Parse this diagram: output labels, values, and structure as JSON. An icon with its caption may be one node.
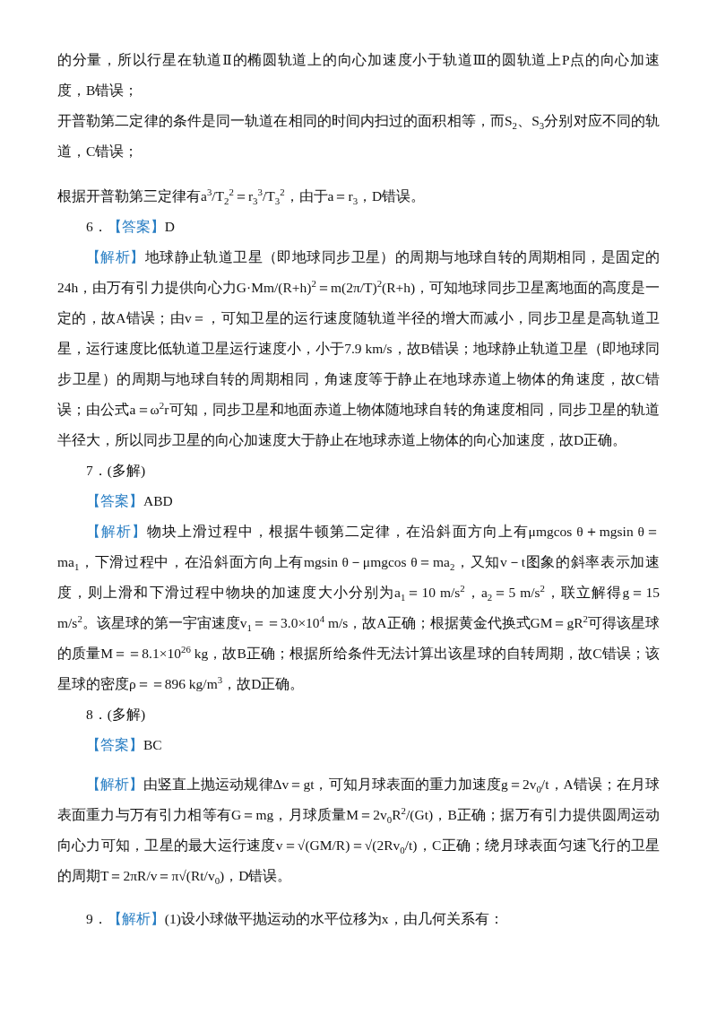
{
  "diagram": {
    "labels": [
      "的分量，所以行星在轨道Ⅱ的椭圆轨道上的向心加速度小于轨道Ⅲ的圆轨道上P点的向心加速度，B错误；",
      "开普勒第二定律的条件是同一轨道在相同的时间内扫过的面积相等，而S$_{2}$、S$_{3}$分别对应不同的轨道，C错误；",
      "根据开普勒第三定律有a$^{3}$/T$_{2}$$^{2}$＝r$_{3}$$^{3}$/T$_{3}$$^{2}$，由于a＝r$_{3}$，D错误。",
      "6．",
      "【答案】",
      "D",
      "【解析】",
      "地球静止轨道卫星（即地球同步卫星）的周期与地球自转的周期相同，是固定的24h，由万有引力提供向心力G·Mm/(R+h)$^{2}$＝m(2π/T)$^{2}$(R+h)，可知地球同步卫星离地面的高度是一定的，故A错误；由v＝，可知卫星的运行速度随轨道半径的增大而减小，同步卫星是高轨道卫星，运行速度比低轨道卫星运行速度小，小于7.9 km/s，故B错误；地球静止轨道卫星（即地球同步卫星）的周期与地球自转的周期相同，角速度等于静止在地球赤道上物体的角速度，故C错误；由公式a＝ω$^{2}$r可知，同步卫星和地面赤道上物体随地球自转的角速度相同，同步卫星的轨道半径大，所以同步卫星的向心加速度大于静止在地球赤道上物体的向心加速度，故D正确。",
      "7．(多解)",
      "【答案】",
      "ABD",
      "【解析】",
      "物块上滑过程中，根据牛顿第二定律，在沿斜面方向上有μmgcos θ＋mgsin θ＝ma$_{1}$，下滑过程中，在沿斜面方向上有mgsin θ－μmgcos θ＝ma$_{2}$，又知v－t图象的斜率表示加速度，则上滑和下滑过程中物块的加速度大小分别为a$_{1}$＝10 m/s$^{2}$，a$_{2}$＝5 m/s$^{2}$，联立解得g＝15 m/s$^{2}$。该星球的第一宇宙速度v$_{1}$＝＝3.0×10$^{4}$ m/s，故A正确；根据黄金代换式GM＝gR$^{2}$可得该星球的质量M＝＝8.1×10$^{26}$ kg，故B正确；根据所给条件无法计算出该星球的自转周期，故C错误；该星球的密度ρ＝＝896 kg/m$^{3}$，故D正确。",
      "8．(多解)",
      "【答案】",
      "BC",
      "【解析】",
      "由竖直上抛运动规律Δv＝gt，可知月球表面的重力加速度g＝2v$_{0}$/t，A错误；在月球表面重力与万有引力相等有G＝mg，月球质量M＝2v$_{0}$R$^{2}$/(Gt)，B正确；据万有引力提供圆周运动向心力可知，卫星的最大运行速度v＝√(GM/R)＝√(2Rv$_{0}$/t)，C正确；绕月球表面匀速飞行的卫星的周期T＝2πR/v＝π√(Rt/v$_{0}$)，D错误。",
      "9．",
      "【解析】",
      "(1)设小球做平抛运动的水平位移为x，由几何关系有："
    ]
  }
}
